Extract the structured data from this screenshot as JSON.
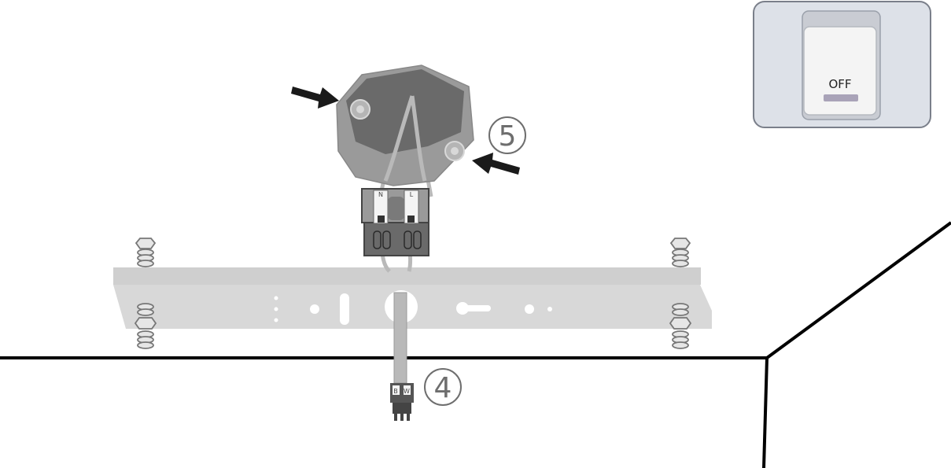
{
  "steps": {
    "step_5": "5",
    "step_4": "4"
  },
  "switch": {
    "label": "OFF"
  },
  "terminal_labels": {
    "neutral": "N",
    "live": "L",
    "connector_white": "W",
    "connector_black": "B"
  },
  "colors": {
    "outline": "#000000",
    "bracket": "#d8d8d8",
    "junction_box_top": "#6a6a6a",
    "junction_box_side": "#9a9a9a",
    "wire": "#b9b9b9",
    "switch_panel": "#dde1e8",
    "switch_border": "#7a7f8a"
  }
}
